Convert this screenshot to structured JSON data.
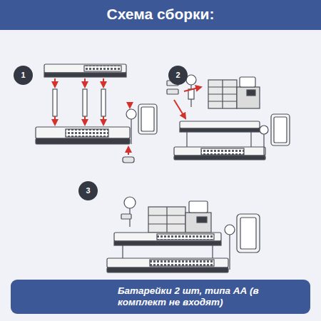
{
  "diagram": {
    "title": "Схема сборки:",
    "nodes": [
      {
        "text": [
          "1"
        ]
      },
      {
        "text": [
          "2"
        ]
      },
      {
        "text": [
          "3"
        ]
      },
      {
        "text": [
          "Батарейки 2 шт, типа АА (в комплект не входят)"
        ]
      }
    ]
  }
}
